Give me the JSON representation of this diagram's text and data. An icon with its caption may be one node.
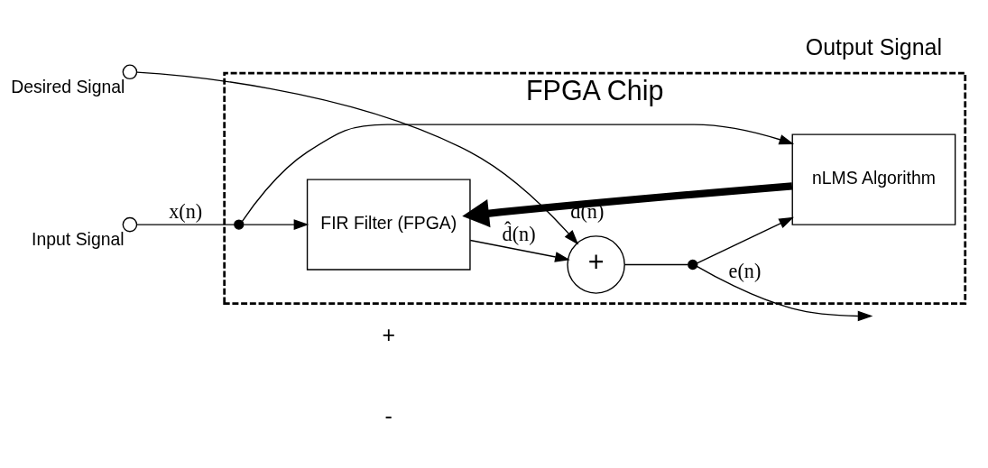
{
  "diagram": {
    "nodes": [
      {
        "text": [
          "FPGA Chip"
        ]
      },
      {
        "text": [],
        "shape": "circle",
        "beside": [
          "Desired Signal"
        ]
      },
      {
        "text": [],
        "shape": "circle",
        "beside": [
          "Input Signal"
        ]
      },
      {
        "text": [
          "FIR Filter (FPGA)"
        ],
        "in": 0
      },
      {
        "text": [
          "+"
        ],
        "in": 0
      },
      {
        "text": [
          "nLMS Algorithm"
        ],
        "in": 0
      },
      {
        "text": [],
        "shape": "dot",
        "in": 0
      },
      {
        "text": [],
        "shape": "dot",
        "in": 0
      }
    ],
    "edges": [
      {
        "from": 1,
        "to": 4,
        "arrow": "to",
        "label": "d(n)"
      },
      {
        "from": 2,
        "to": 6,
        "arrow": "none",
        "label": "x(n)"
      },
      {
        "from": 6,
        "to": 3,
        "arrow": "to"
      },
      {
        "from": 6,
        "to": 5,
        "arrow": "to"
      },
      {
        "from": 3,
        "to": 4,
        "arrow": "to",
        "label": "d̂(n)"
      },
      {
        "from": 4,
        "to": 7,
        "arrow": "none"
      },
      {
        "from": 7,
        "to": null,
        "arrow": "to",
        "label": "e(n)"
      },
      {
        "from": 7,
        "to": 5,
        "arrow": "to"
      },
      {
        "from": 5,
        "to": 3,
        "arrow": "to",
        "style": "thick"
      }
    ],
    "labels": [
      "+",
      "-",
      "Output Signal"
    ]
  }
}
